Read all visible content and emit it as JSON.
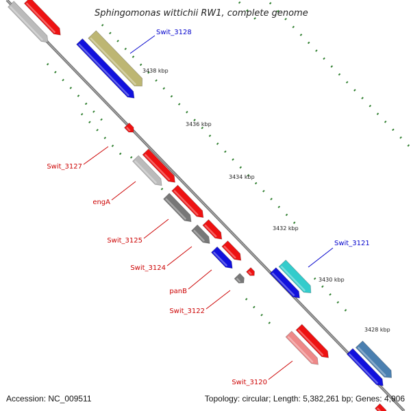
{
  "title": "Sphingomonas wittichii RW1, complete genome",
  "footer": {
    "accession": "Accession: NC_009511",
    "topology": "Topology: circular; Length: 5,382,261 bp; Genes: 4,906"
  },
  "ticks": [
    "3438 kbp",
    "3436 kbp",
    "3434 kbp",
    "3432 kbp",
    "3430 kbp",
    "3428 kbp"
  ],
  "gene_labels": [
    {
      "text": "Swit_3128",
      "strand": "forward"
    },
    {
      "text": "Swit_3127",
      "strand": "reverse"
    },
    {
      "text": "engA",
      "strand": "reverse"
    },
    {
      "text": "Swit_3125",
      "strand": "reverse"
    },
    {
      "text": "Swit_3124",
      "strand": "reverse"
    },
    {
      "text": "panB",
      "strand": "reverse"
    },
    {
      "text": "Swit_3122",
      "strand": "reverse"
    },
    {
      "text": "Swit_3121",
      "strand": "forward"
    },
    {
      "text": "Swit_3120",
      "strand": "reverse"
    }
  ],
  "colors": {
    "forward_label": "#0000cc",
    "reverse_label": "#cc0000",
    "backbone": "#777777",
    "dots": "#2f7f2f",
    "red_gene": "#ee1111",
    "blue_gene": "#1111dd",
    "khaki_gene": "#bdb673",
    "cyan_gene": "#33cccc",
    "steel_gene": "#4a7fb0",
    "grey_gene": "#777777",
    "light_grey_gene": "#bbbbbb",
    "pink_gene": "#ee8888"
  }
}
